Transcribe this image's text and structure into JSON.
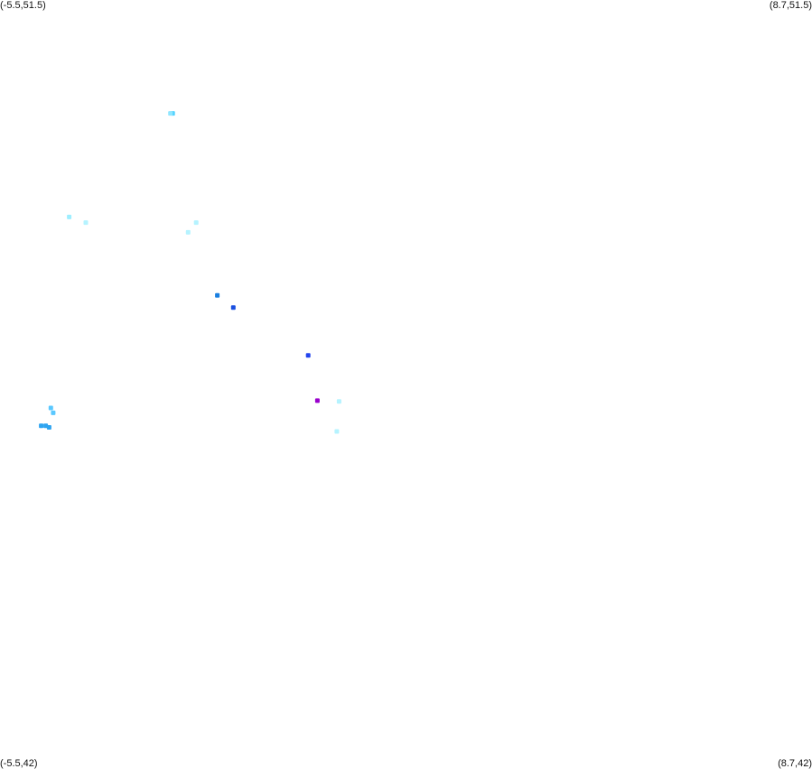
{
  "corner_labels": {
    "top_left": "(-5.5,51.5)",
    "top_right": "(8.7,51.5)",
    "bottom_left": "(-5.5,42)",
    "bottom_right": "(8.7,42)"
  },
  "map_extent": {
    "lon_min": -5.5,
    "lon_max": 8.7,
    "lat_min": 42,
    "lat_max": 51.5
  },
  "points": [
    {
      "lon": -2.48,
      "lat": 50.1,
      "color": "#52d2ff"
    },
    {
      "lon": -2.52,
      "lat": 50.1,
      "color": "#8fe6ff"
    },
    {
      "lon": -4.29,
      "lat": 48.82,
      "color": "#9eeeff"
    },
    {
      "lon": -4.0,
      "lat": 48.75,
      "color": "#b5f3ff"
    },
    {
      "lon": -2.07,
      "lat": 48.75,
      "color": "#b5f3ff"
    },
    {
      "lon": -2.21,
      "lat": 48.63,
      "color": "#b5f3ff"
    },
    {
      "lon": -1.7,
      "lat": 47.85,
      "color": "#1a7fe0"
    },
    {
      "lon": -1.42,
      "lat": 47.7,
      "color": "#1a4fe0"
    },
    {
      "lon": -0.11,
      "lat": 47.11,
      "color": "#2244ee"
    },
    {
      "lon": -4.61,
      "lat": 46.46,
      "color": "#5ac8ff"
    },
    {
      "lon": -4.57,
      "lat": 46.4,
      "color": "#5ac8ff"
    },
    {
      "lon": -4.78,
      "lat": 46.24,
      "color": "#2ea4f0"
    },
    {
      "lon": -4.7,
      "lat": 46.24,
      "color": "#2ea4f0"
    },
    {
      "lon": -4.64,
      "lat": 46.22,
      "color": "#2ea4f0"
    },
    {
      "lon": 0.05,
      "lat": 46.55,
      "color": "#9900cc"
    },
    {
      "lon": 0.43,
      "lat": 46.54,
      "color": "#b5f3ff"
    },
    {
      "lon": 0.39,
      "lat": 46.17,
      "color": "#b5f3ff"
    }
  ]
}
